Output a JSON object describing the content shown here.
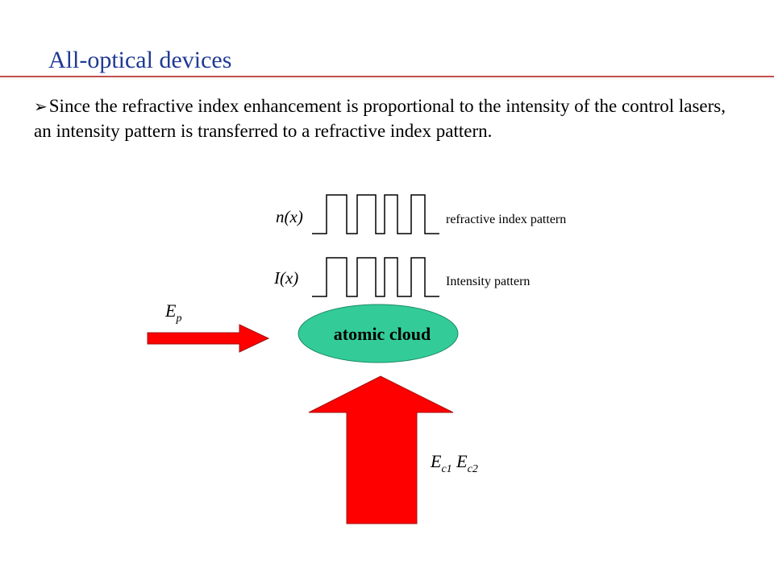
{
  "slide": {
    "title": "All-optical devices",
    "bullet_text": "Since the refractive index enhancement is proportional to the intensity of the control lasers, an intensity pattern is transferred to a refractive index pattern."
  },
  "diagram": {
    "n_label": "n(x)",
    "i_label": "I(x)",
    "refractive_caption": "refractive index pattern",
    "intensity_caption": "Intensity pattern",
    "cloud_label": "atomic cloud",
    "probe_label_main": "E",
    "probe_label_sub": "p",
    "control_label_main1": "E",
    "control_label_sub1": "c1",
    "control_label_main2": "E",
    "control_label_sub2": "c2",
    "colors": {
      "title": "#1f3a93",
      "rule": "#c0504d",
      "arrow_fill": "#ff0000",
      "cloud_fill": "#33cc99"
    }
  }
}
